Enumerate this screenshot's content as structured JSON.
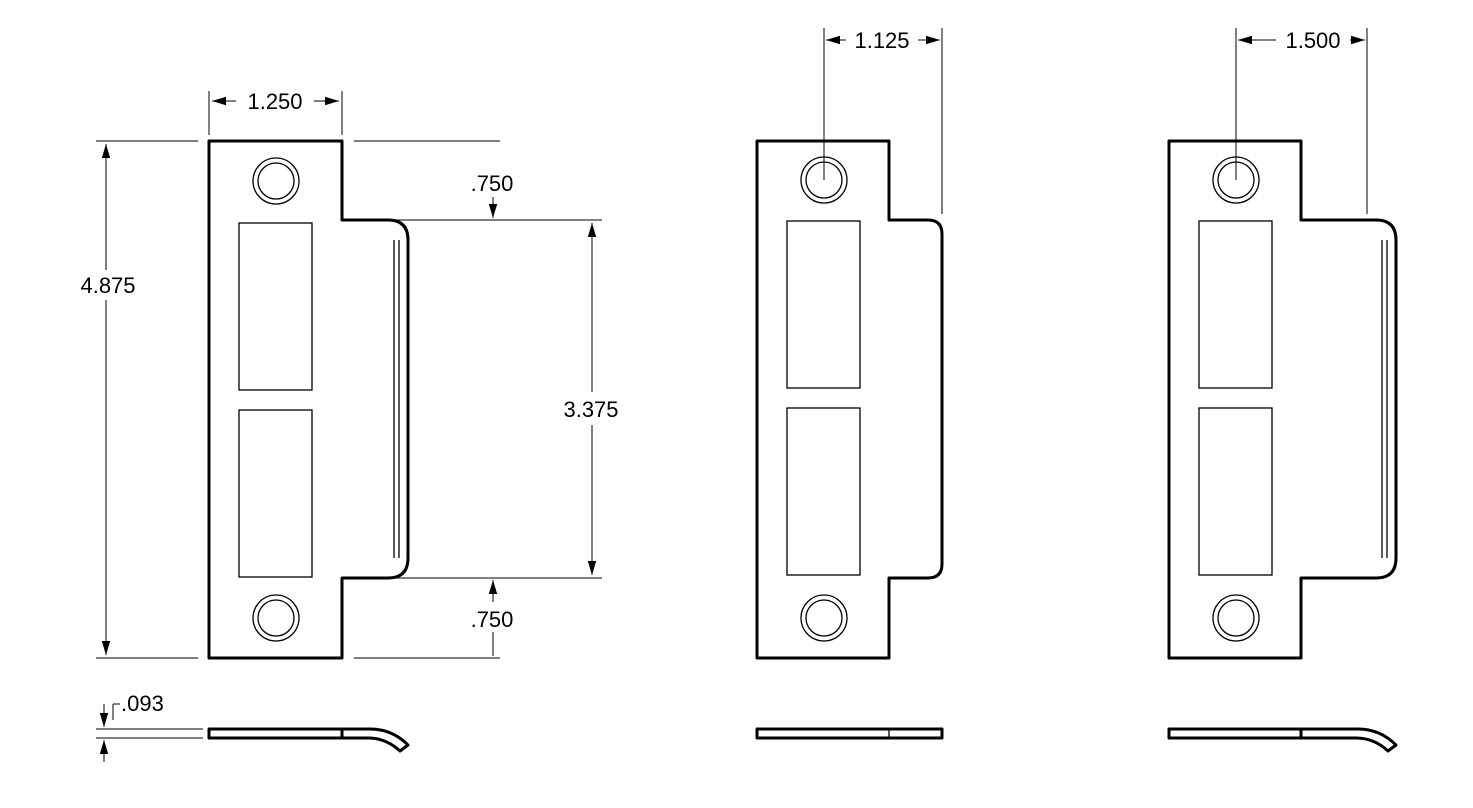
{
  "dimensions": {
    "plate_width": "1.250",
    "overall_height": "4.875",
    "top_offset": ".750",
    "lip_height": "3.375",
    "bottom_offset": ".750",
    "thickness": ".093",
    "lip_length_short": "1.125",
    "lip_length_long": "1.500"
  },
  "colors": {
    "line": "#000000",
    "background": "#ffffff"
  }
}
